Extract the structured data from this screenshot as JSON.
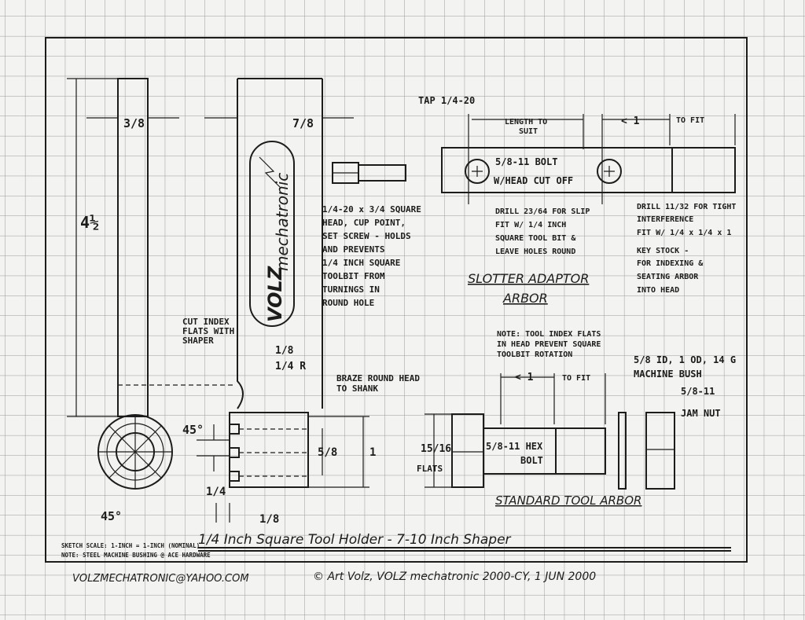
{
  "drawing": {
    "title": "1/4 Inch Square Tool Holder - 7-10 Inch Shaper",
    "scale_note": "SKETCH SCALE: 1-INCH = 1-INCH (NOMINAL)",
    "material_note": "NOTE: STEEL MACHINE BUSHING @ ACE HARDWARE",
    "email": "VOLZMECHATRONIC@YAHOO.COM",
    "copyright": "© Art Volz, VOLZ mechatronic 2000-CY, 1 JUN 2000",
    "logo_brand": "VOLZ",
    "logo_sub": "mechatronic"
  },
  "shank": {
    "width": "3/8",
    "length": "4½",
    "flats_note": [
      "CUT INDEX",
      "FLATS WITH",
      "SHAPER"
    ],
    "angle_top": "45°",
    "angle_bottom": "45°"
  },
  "head": {
    "width": "7/8",
    "dim_1_8_top": "1/8",
    "radius": "1/4 R",
    "braze_note": [
      "BRAZE ROUND HEAD",
      "TO SHANK"
    ],
    "dim_5_8": "5/8",
    "dim_1": "1",
    "dim_1_4": "1/4",
    "dim_1_8_bottom": "1/8"
  },
  "set_screw": {
    "note": [
      "1/4-20 x 3/4 SQUARE",
      "HEAD, CUP POINT,",
      "SET SCREW - HOLDS",
      "AND PREVENTS",
      "1/4 INCH SQUARE",
      "TOOLBIT FROM",
      "TURNINGS IN",
      "ROUND HOLE"
    ]
  },
  "slotter": {
    "tap": "TAP 1/4-20",
    "length_label": [
      "LENGTH TO",
      "SUIT"
    ],
    "lt1": "< 1",
    "to_fit": "TO FIT",
    "bolt": "5/8-11 BOLT",
    "bolt2": "W/HEAD CUT OFF",
    "drill1": [
      "DRILL 23/64 FOR SLIP",
      "FIT W/ 1/4 INCH",
      "SQUARE TOOL BIT &",
      "LEAVE HOLES ROUND"
    ],
    "drill2": [
      "DRILL 11/32 FOR TIGHT",
      "INTERFERENCE",
      "FIT W/ 1/4 x 1/4 x 1",
      "KEY STOCK -",
      "FOR INDEXING &",
      "SEATING ARBOR",
      "INTO HEAD"
    ],
    "title1": "SLOTTER ADAPTOR",
    "title2": "ARBOR"
  },
  "standard": {
    "note": [
      "NOTE: TOOL INDEX FLATS",
      "IN HEAD PREVENT SQUARE",
      "TOOLBIT ROTATION"
    ],
    "flats": "15/16",
    "flats_label": "FLATS",
    "lt1": "< 1",
    "to_fit": "TO FIT",
    "bolt": "5/8-11 HEX",
    "bolt2": "BOLT",
    "bush": "5/8 ID, 1 OD, 14 G",
    "bush2": "MACHINE BUSH",
    "nut": "5/8-11",
    "nut2": "JAM NUT",
    "title": "STANDARD TOOL ARBOR"
  }
}
